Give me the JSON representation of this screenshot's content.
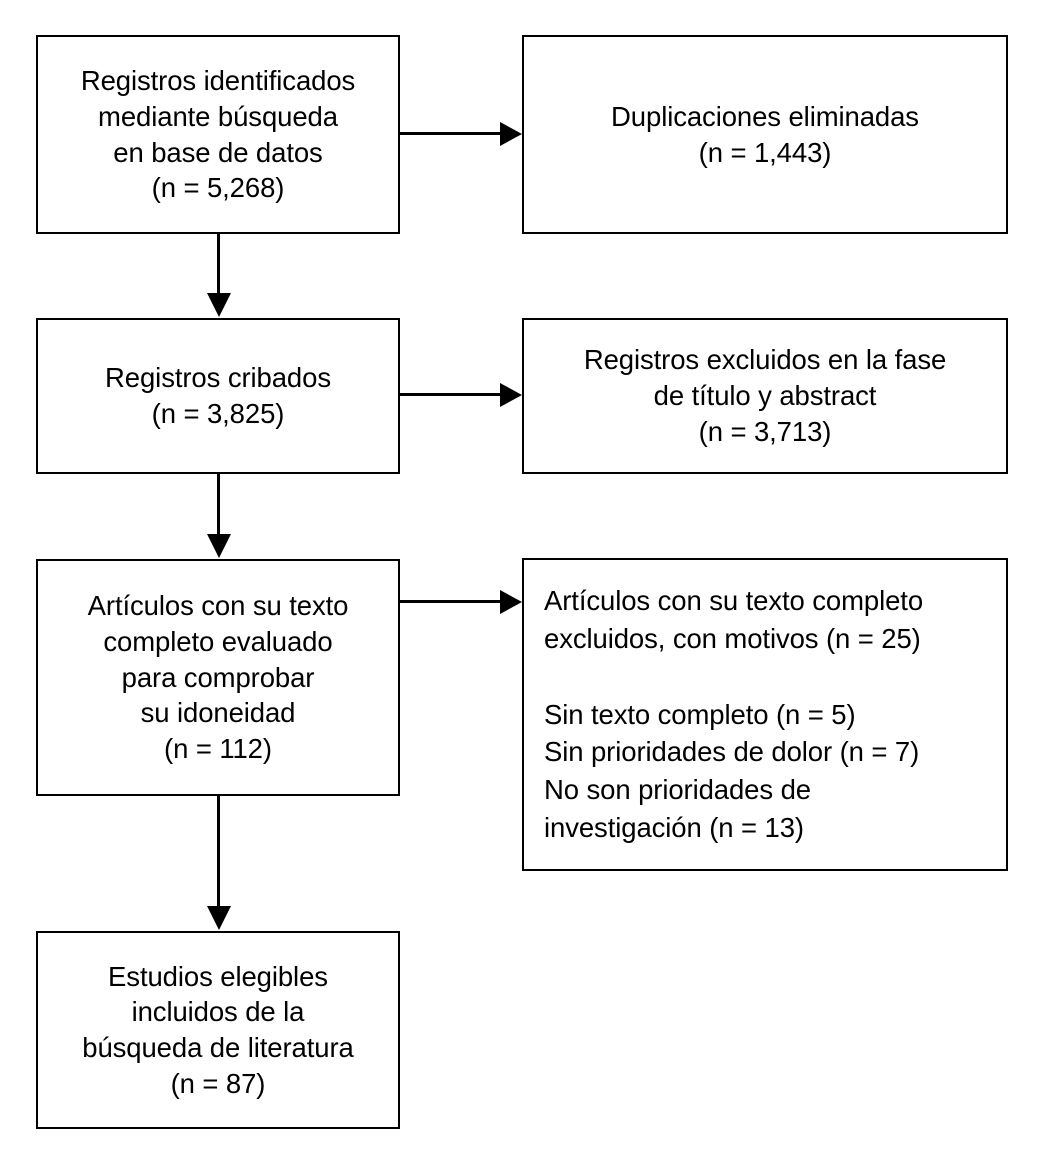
{
  "diagram": {
    "type": "prisma-flow-diagram",
    "language": "es",
    "background_color": "#ffffff",
    "line_color": "#000000",
    "text_color": "#000000",
    "nodes": {
      "identified": {
        "label": "Registros identificados\nmediante búsqueda\nen base de datos\n(n = 5,268)",
        "count": 5268,
        "count_text": "(n = 5,268)",
        "align": "center"
      },
      "duplicates_removed": {
        "label": "Duplicaciones eliminadas\n(n = 1,443)",
        "count": 1443,
        "count_text": "(n = 1,443)",
        "align": "center"
      },
      "screened": {
        "label": "Registros cribados\n(n = 3,825)",
        "count": 3825,
        "count_text": "(n = 3,825)",
        "align": "center"
      },
      "excluded_title_abstract": {
        "label": "Registros excluidos en la fase\nde título y abstract\n(n = 3,713)",
        "count": 3713,
        "count_text": "(n = 3,713)",
        "align": "center"
      },
      "fulltext_assessed": {
        "label": "Artículos con su texto\ncompleto evaluado\npara comprobar\nsu idoneidad\n(n = 112)",
        "count": 112,
        "count_text": "(n = 112)",
        "align": "center"
      },
      "fulltext_excluded": {
        "label": "Artículos con su texto completo\nexcluidos, con motivos (n = 25)\n\nSin texto completo (n = 5)\nSin prioridades de dolor (n = 7)\nNo son prioridades de\ninvestigación (n = 13)",
        "count": 25,
        "count_text": "(n = 25)",
        "align": "left",
        "reasons": [
          {
            "reason": "Sin texto completo",
            "count": 5,
            "count_text": "(n = 5)"
          },
          {
            "reason": "Sin prioridades de dolor",
            "count": 7,
            "count_text": "(n = 7)"
          },
          {
            "reason": "No son prioridades de investigación",
            "count": 13,
            "count_text": "(n = 13)"
          }
        ]
      },
      "included": {
        "label": "Estudios elegibles\nincluidos de la\nbúsqueda de literatura\n(n = 87)",
        "count": 87,
        "count_text": "(n = 87)",
        "align": "center"
      }
    },
    "connectors": [
      {
        "name": "identified-to-duplicates",
        "from": "identified",
        "to": "duplicates_removed",
        "direction": "right"
      },
      {
        "name": "identified-to-screened",
        "from": "identified",
        "to": "screened",
        "direction": "down"
      },
      {
        "name": "screened-to-excluded-title-abstract",
        "from": "screened",
        "to": "excluded_title_abstract",
        "direction": "right"
      },
      {
        "name": "screened-to-fulltext",
        "from": "screened",
        "to": "fulltext_assessed",
        "direction": "down"
      },
      {
        "name": "fulltext-to-fulltext-excluded",
        "from": "fulltext_assessed",
        "to": "fulltext_excluded",
        "direction": "right"
      },
      {
        "name": "fulltext-to-included",
        "from": "fulltext_assessed",
        "to": "included",
        "direction": "down"
      }
    ]
  }
}
